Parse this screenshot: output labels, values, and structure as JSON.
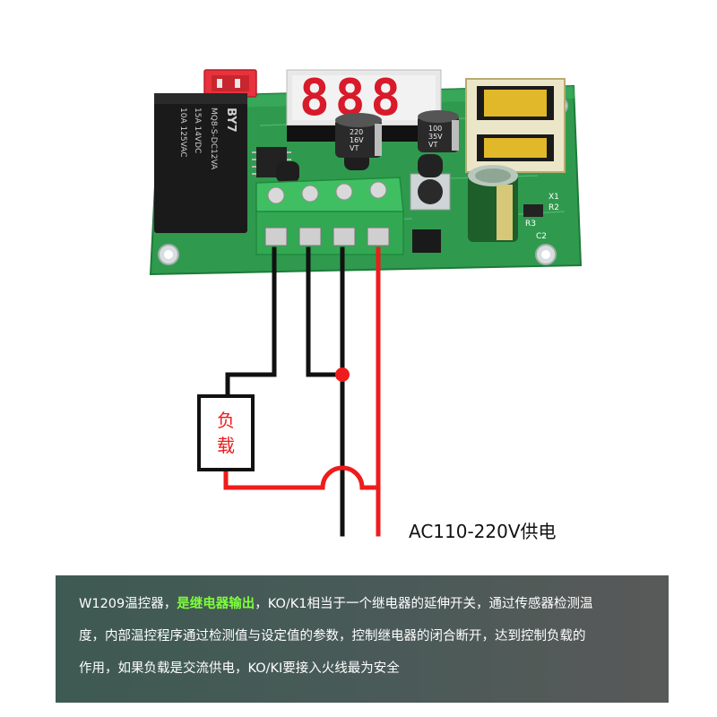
{
  "board": {
    "relay_brand": "BY7",
    "relay_model": "MQ8-S-DC12VA",
    "relay_rating_1": "15A  14VDC",
    "relay_rating_2": "10A  125VAC",
    "cap1": [
      "220",
      "16V",
      "VT"
    ],
    "cap2": [
      "100",
      "35V",
      "VT"
    ],
    "pcb_labels": [
      "X1",
      "R2",
      "R3",
      "C2"
    ],
    "display_digits": "888",
    "colors": {
      "pcb": "#2f9a4e",
      "terminal": "#35b35a",
      "display": "#d81a2a",
      "wire_black": "#111111",
      "wire_red": "#ee1c1c"
    }
  },
  "diagram": {
    "load_label": "负载",
    "power_label": "AC110-220V供电"
  },
  "caption": {
    "line1_prefix": "W1209温控器，",
    "line1_highlight": "是继电器输出",
    "line1_suffix": "，KO/K1相当于一个继电器的延伸开关，通过传感器检测温",
    "line2": "度，内部温控程序通过检测值与设定值的参数，控制继电器的闭合断开，达到控制负载的",
    "line3": "作用，如果负载是交流供电，KO/KI要接入火线最为安全"
  }
}
